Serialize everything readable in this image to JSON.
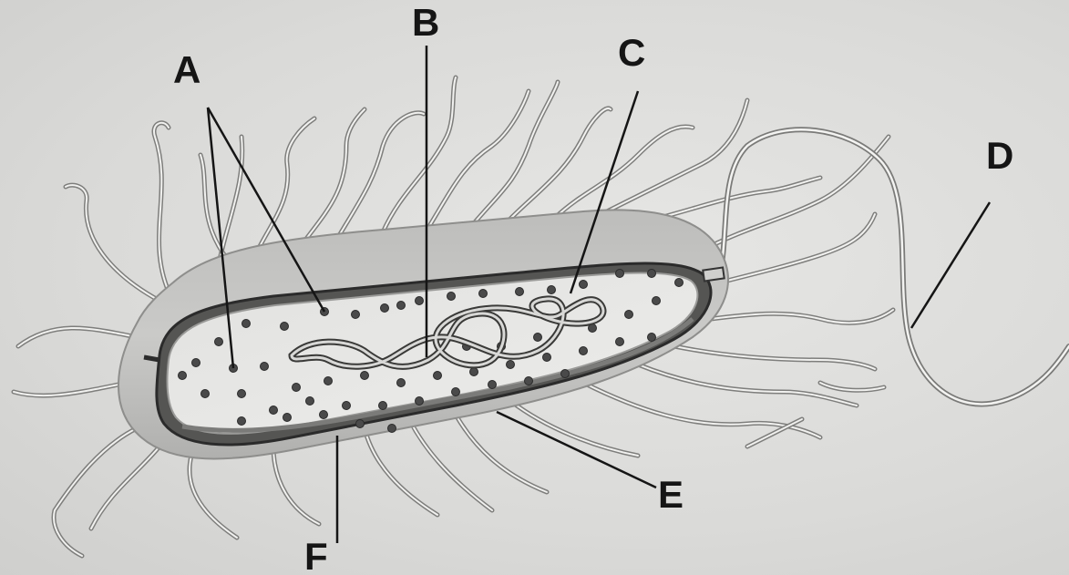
{
  "labels": {
    "a": "A",
    "b": "B",
    "c": "C",
    "d": "D",
    "e": "E",
    "f": "F"
  },
  "colors": {
    "background": "#dcdcda",
    "cell_outer": "#c2c2c0",
    "cell_interior": "#e9e9e7",
    "membrane": "#2b2b2b",
    "ribosome": "#4a4a4a",
    "line": "#151515"
  }
}
